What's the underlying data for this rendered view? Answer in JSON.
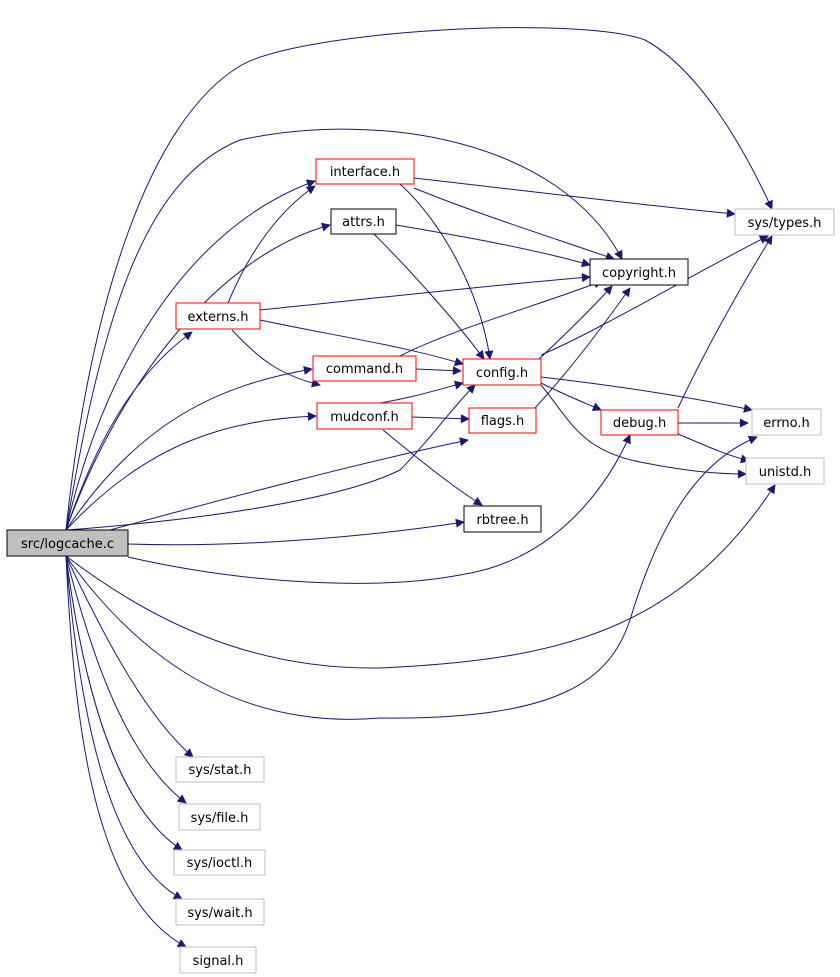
{
  "colors": {
    "edge": "#191970",
    "root_fill": "#bfbfbf",
    "documented_border": "#ff0000",
    "leaf_border": "#000000",
    "undocumented_border": "#bfbfbf",
    "background": "#ffffff"
  },
  "nodes": {
    "logcache_c": "src/logcache.c",
    "sys_types_h": "sys/types.h",
    "interface_h": "interface.h",
    "attrs_h": "attrs.h",
    "copyright_h": "copyright.h",
    "externs_h": "externs.h",
    "command_h": "command.h",
    "config_h": "config.h",
    "mudconf_h": "mudconf.h",
    "flags_h": "flags.h",
    "debug_h": "debug.h",
    "errno_h": "errno.h",
    "unistd_h": "unistd.h",
    "rbtree_h": "rbtree.h",
    "sys_stat_h": "sys/stat.h",
    "sys_file_h": "sys/file.h",
    "sys_ioctl_h": "sys/ioctl.h",
    "sys_wait_h": "sys/wait.h",
    "signal_h": "signal.h"
  }
}
